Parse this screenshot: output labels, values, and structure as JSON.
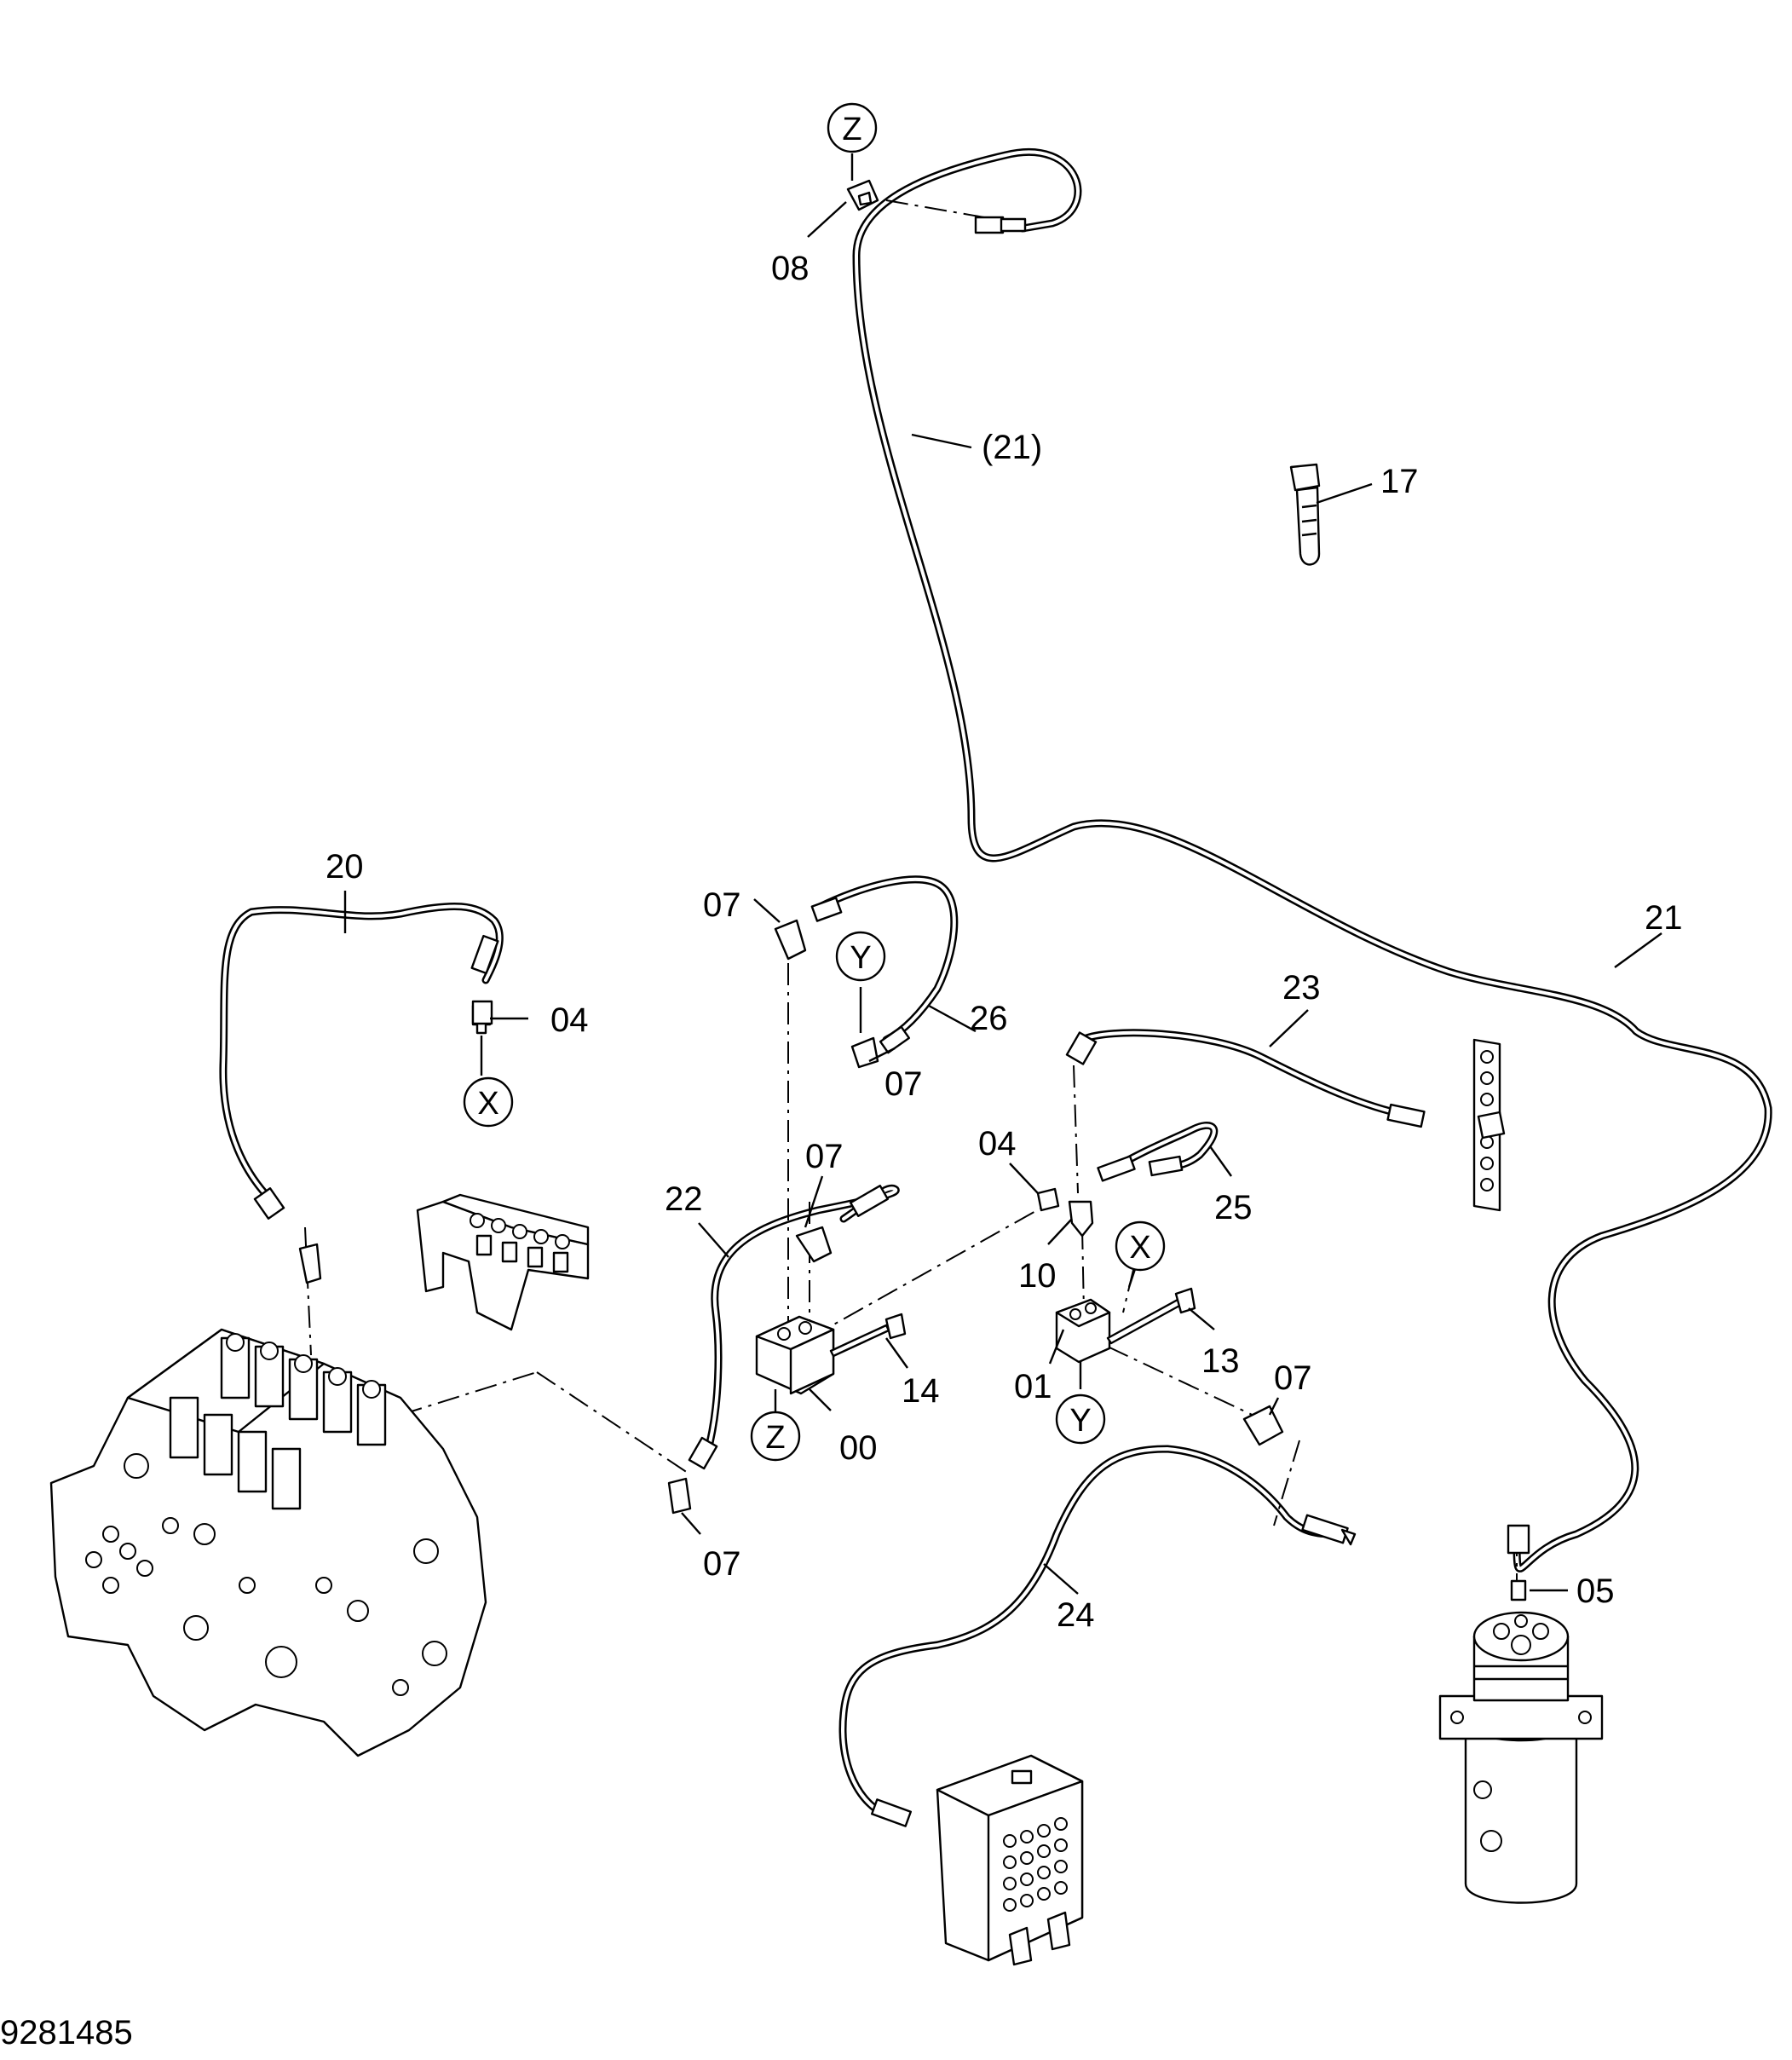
{
  "drawing_number": "9281485",
  "callouts": {
    "c00": "00",
    "c01": "01",
    "c04a": "04",
    "c04b": "04",
    "c05": "05",
    "c07a": "07",
    "c07b": "07",
    "c07c": "07",
    "c07d": "07",
    "c07e": "07",
    "c08": "08",
    "c10": "10",
    "c13": "13",
    "c14": "14",
    "c17": "17",
    "c20": "20",
    "c21": "21",
    "c21ref": "(21)",
    "c22": "22",
    "c23": "23",
    "c24": "24",
    "c25": "25",
    "c26": "26"
  },
  "connection_markers": {
    "z_top": "Z",
    "z_bottom": "Z",
    "y_upper": "Y",
    "y_lower": "Y",
    "x_left": "X",
    "x_right": "X"
  }
}
